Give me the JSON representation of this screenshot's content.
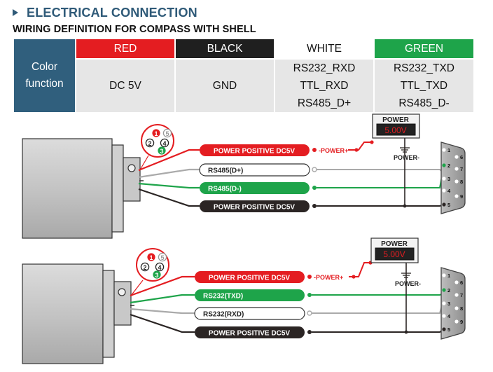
{
  "header": {
    "title": "ELECTRICAL CONNECTION",
    "subtitle": "WIRING DEFINITION FOR COMPASS WITH SHELL"
  },
  "table": {
    "row_label": [
      "Color",
      "function"
    ],
    "columns": [
      {
        "color_name": "RED",
        "bg": "#e41d21",
        "fg": "#ffffff",
        "functions": [
          "DC 5V"
        ]
      },
      {
        "color_name": "BLACK",
        "bg": "#1f1f1f",
        "fg": "#ffffff",
        "functions": [
          "GND"
        ]
      },
      {
        "color_name": "WHITE",
        "bg": "#ffffff",
        "fg": "#111111",
        "functions": [
          "RS232_RXD",
          "TTL_RXD",
          "RS485_D+"
        ]
      },
      {
        "color_name": "GREEN",
        "bg": "#1ea44a",
        "fg": "#ffffff",
        "functions": [
          "RS232_TXD",
          "TTL_TXD",
          "RS485_D-"
        ]
      }
    ]
  },
  "diagram1": {
    "connector_pins": [
      "1",
      "2",
      "3",
      "4",
      "5"
    ],
    "wires": [
      "POWER POSITIVE DC5V",
      "RS485(D+)",
      "RS485(D-)",
      "POWER POSITIVE DC5V"
    ],
    "power_box": {
      "title": "POWER",
      "reading": "5.00V",
      "plus_label": "-POWER+",
      "minus_label": "POWER-"
    },
    "db9_pins": [
      "1",
      "2",
      "3",
      "4",
      "5",
      "6",
      "7",
      "8",
      "9"
    ]
  },
  "diagram2": {
    "connector_pins": [
      "1",
      "2",
      "3",
      "4",
      "5"
    ],
    "wires": [
      "POWER POSITIVE DC5V",
      "RS232(TXD)",
      "RS232(RXD)",
      "POWER POSITIVE DC5V"
    ],
    "power_box": {
      "title": "POWER",
      "reading": "5.00V",
      "plus_label": "-POWER+",
      "minus_label": "POWER-"
    },
    "db9_pins": [
      "1",
      "2",
      "3",
      "4",
      "5",
      "6",
      "7",
      "8",
      "9"
    ]
  },
  "colors": {
    "red": "#e41d21",
    "black": "#2b2524",
    "green": "#1ea44a",
    "white_wire": "#aaaaaa",
    "header_blue": "#2f5a78"
  }
}
